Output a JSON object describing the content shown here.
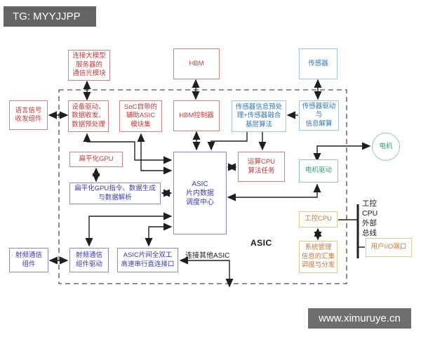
{
  "header": {
    "tag_label": "TG: MYYJJPP"
  },
  "watermark": {
    "site_label": "www.ximuruye.cn"
  },
  "diagram": {
    "region_label": "ASIC",
    "other_asic_label": "连接其他ASIC",
    "bus_label": "工控\nCPU\n外部\n总线",
    "nodes": {
      "optical_module": {
        "label": "连接大模型\n服务器的\n通信光模块"
      },
      "speech_io": {
        "label": "语言信号\n收发组件"
      },
      "device_driver": {
        "label": "设备驱动、\n数据收发、\n数据预处理"
      },
      "soc_aux_asic": {
        "label": "SoC自带的\n辅助ASIC\n模块集"
      },
      "hbm": {
        "label": "HBM"
      },
      "hbm_controller": {
        "label": "HBM控制器"
      },
      "flat_gpu": {
        "label": "扁平化GPU"
      },
      "gpu_instruction": {
        "label": "扁平化GPU指令、数据生成\n与数据解析"
      },
      "asic_dispatch_center": {
        "label": "ASIC\n片内数据\n调度中心"
      },
      "compute_cpu": {
        "label": "运算CPU\n算法任务"
      },
      "sensor": {
        "label": "传感器"
      },
      "sensor_preprocess": {
        "label": "传感器信息预处\n理+传感器融合\n基层算法"
      },
      "sensor_driver": {
        "label": "传感器驱动\n与\n信息解算"
      },
      "motor": {
        "label": "电机"
      },
      "motor_driver": {
        "label": "电机驱动"
      },
      "ipc_cpu": {
        "label": "工控CPU"
      },
      "sys_mgmt": {
        "label": "系统管理\n信息的汇集\n调度与分发"
      },
      "user_io": {
        "label": "用户I/O端口"
      },
      "rf_component": {
        "label": "射频通信\n组件"
      },
      "rf_driver": {
        "label": "射频通信\n组件驱动"
      },
      "asic_interlink": {
        "label": "ASIC片间全双工\n高速串行直连接口"
      }
    },
    "colors": {
      "red_text": "#c23b3b",
      "red_border": "#cf8080",
      "blue_text": "#2e75b6",
      "blue_border": "#9dc3e6",
      "purple_text": "#3a3ab0",
      "purple_border": "#8a8acd",
      "teal_text": "#2e9e77",
      "teal_border": "#8fccaf",
      "orange_text": "#c0793c",
      "orange_border": "#e3c795",
      "wire": "#1f1f1f",
      "dashed_border": "#4d4d4d"
    }
  }
}
